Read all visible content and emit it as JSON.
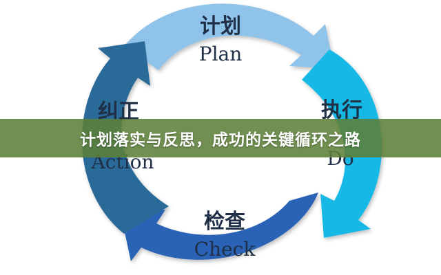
{
  "cycle": {
    "plan": {
      "cn": "计划",
      "en": "Plan",
      "color": "#8fc3ea"
    },
    "do": {
      "cn": "执行",
      "en": "Do",
      "color": "#19b8e6"
    },
    "check": {
      "cn": "检查",
      "en": "Check",
      "color": "#2c64b6"
    },
    "action": {
      "cn": "纠正",
      "en": "Action",
      "color": "#2a6b98"
    }
  },
  "banner": {
    "text": "计划落实与反思，成功的关键循环之路",
    "color": "#5c8038"
  }
}
